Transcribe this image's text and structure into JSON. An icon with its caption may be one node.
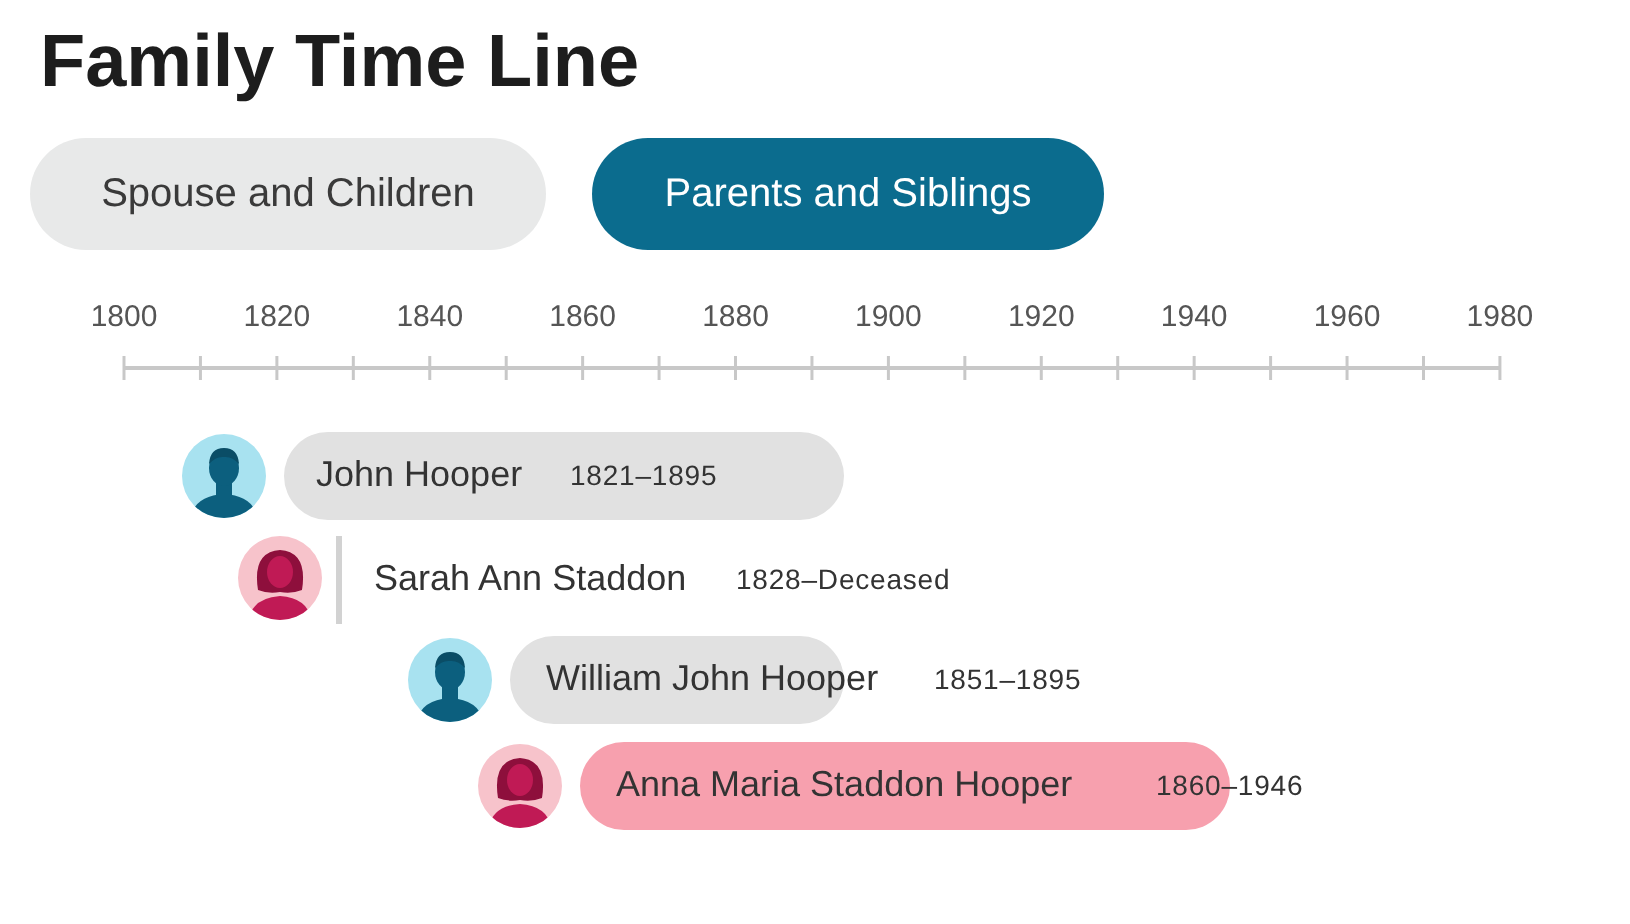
{
  "diagram": {
    "title": "Family Time Line",
    "nodes": [
      {
        "text": [
          "John Hooper",
          "1821–1895"
        ]
      },
      {
        "text": [
          "Sarah Ann Staddon",
          "1828–Deceased"
        ]
      },
      {
        "text": [
          "William John Hooper",
          "1851–1895"
        ]
      },
      {
        "text": [
          "Anna Maria Staddon Hooper",
          "1860–1946"
        ]
      }
    ],
    "labels": [
      "Spouse and Children",
      "Parents and Siblings",
      "1800",
      "1820",
      "1840",
      "1860",
      "1880",
      "1900",
      "1920",
      "1940",
      "1960",
      "1980"
    ]
  }
}
